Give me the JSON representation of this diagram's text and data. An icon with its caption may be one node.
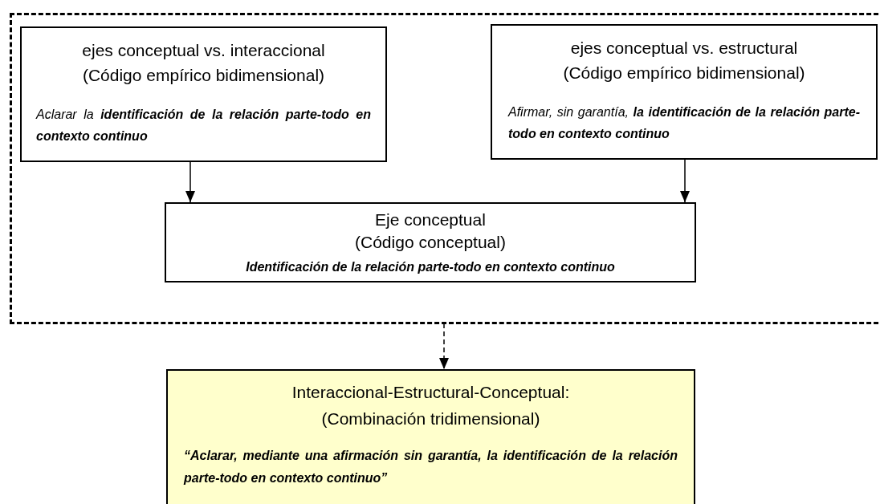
{
  "diagram": {
    "nodes": [
      {
        "text": [],
        "shape": "box"
      },
      {
        "text": [
          "ejes conceptual vs. interaccional (Código empírico bidimensional)",
          "Aclarar la **identificación de la relación parte-todo en contexto continuo**"
        ],
        "in": 0
      },
      {
        "text": [
          "ejes conceptual vs. estructural (Código empírico bidimensional)",
          "Afirmar, sin garantía, **la identificación de la relación parte-todo en contexto continuo**"
        ],
        "in": 0
      },
      {
        "text": [
          "Eje conceptual (Código conceptual)",
          "Identificación de la relación parte-todo en contexto continuo"
        ],
        "in": 0
      },
      {
        "text": [
          "Interaccional-Estructural-Conceptual: (Combinación tridimensional)",
          "“Aclarar, mediante una afirmación sin garantía, la identificación de la relación parte-todo en contexto continuo”"
        ]
      }
    ],
    "edges": [
      {
        "from": 1,
        "to": 3,
        "arrow": "to"
      },
      {
        "from": 2,
        "to": 3,
        "arrow": "to"
      },
      {
        "from": 0,
        "to": 4,
        "arrow": "to",
        "style": "dashed"
      }
    ]
  }
}
